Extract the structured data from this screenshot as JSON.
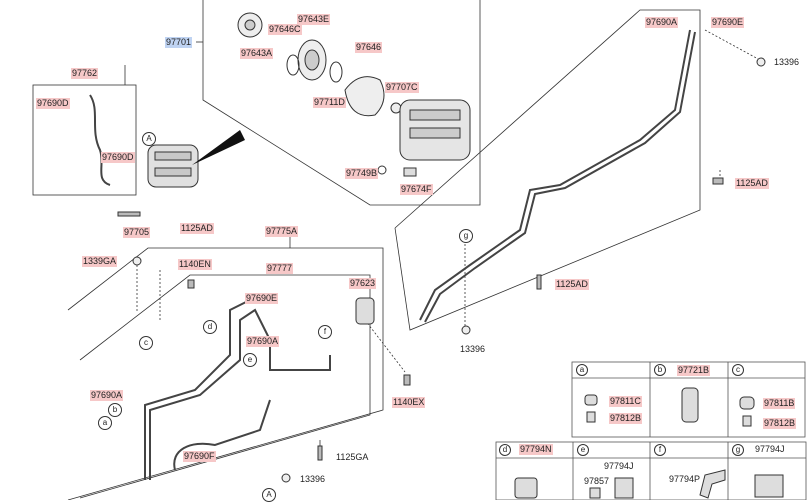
{
  "labels": {
    "l97701": "97701",
    "l97643E": "97643E",
    "l97646C": "97646C",
    "l97643A": "97643A",
    "l97646": "97646",
    "l97707C": "97707C",
    "l97711D": "97711D",
    "l97749B": "97749B",
    "l97674F": "97674F",
    "l97762": "97762",
    "l97690D": "97690D",
    "l97690D2": "97690D",
    "l97705": "97705",
    "l1125AD1": "1125AD",
    "l97690A_top": "97690A",
    "l97690E_top": "97690E",
    "l13396_top": "13396",
    "l1125AD_right": "1125AD",
    "l1125AD_mid": "1125AD",
    "l13396_mid": "13396",
    "l97775A": "97775A",
    "l1339GA": "1339GA",
    "l1140EN": "1140EN",
    "l97777": "97777",
    "l97623": "97623",
    "l97690E_mid": "97690E",
    "l97690A_mid": "97690A",
    "l97690A_left": "97690A",
    "l1140EX": "1140EX",
    "l97690F": "97690F",
    "l1125GA": "1125GA",
    "l13396_bot": "13396"
  },
  "callouts": {
    "A1": "A",
    "A2": "A",
    "g": "g",
    "c": "c",
    "d": "d",
    "e": "e",
    "f": "f",
    "b": "b",
    "a": "a"
  },
  "table1": {
    "headers": [
      {
        "letter": "a",
        "part": ""
      },
      {
        "letter": "b",
        "part": "97721B"
      },
      {
        "letter": "c",
        "part": ""
      }
    ],
    "a_parts": [
      "97811C",
      "97812B"
    ],
    "c_parts": [
      "97811B",
      "97812B"
    ]
  },
  "table2": {
    "headers": [
      {
        "letter": "d",
        "part": "97794N"
      },
      {
        "letter": "e",
        "part": ""
      },
      {
        "letter": "f",
        "part": ""
      },
      {
        "letter": "g",
        "part": "97794J"
      }
    ],
    "e_parts": [
      "97794J",
      "97857"
    ],
    "f_parts": [
      "97794P"
    ]
  }
}
